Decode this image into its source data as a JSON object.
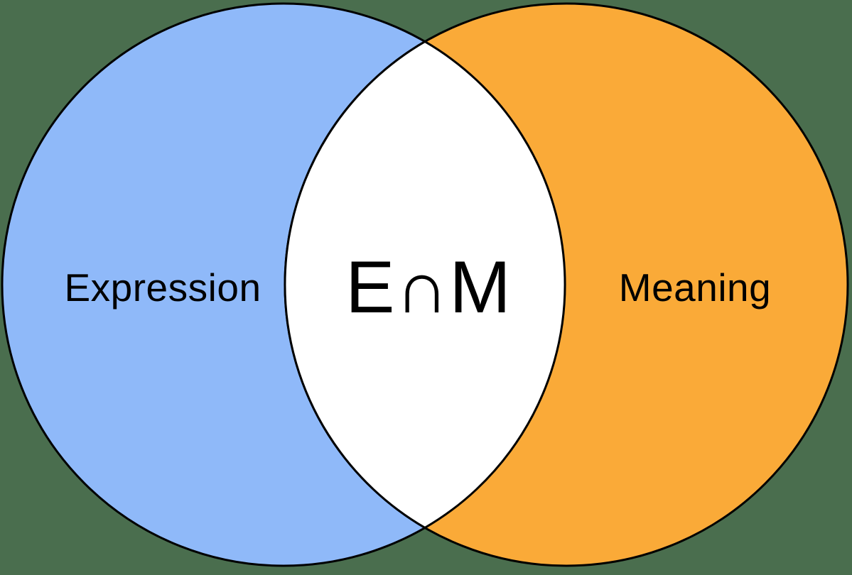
{
  "diagram": {
    "type": "venn",
    "background_color": "#4A6E4E",
    "outline_color": "#000000",
    "label_color": "#000000",
    "sets": [
      {
        "label": "Expression",
        "fill_color": "#8FB9F9"
      },
      {
        "label": "Meaning",
        "fill_color": "#FAAA38"
      }
    ],
    "intersection": {
      "label": "E∩M",
      "fill_color": "#FFFFFF"
    }
  }
}
